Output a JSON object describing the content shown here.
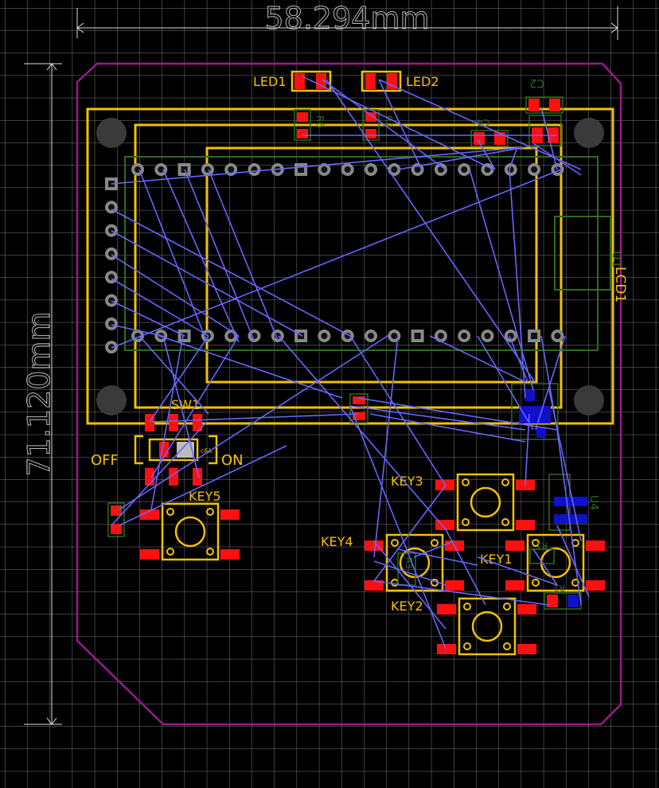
{
  "dimensions": {
    "width_label": "58.294mm",
    "height_label": "71.120mm"
  },
  "designators": {
    "led1": "LED1",
    "led2": "LED2",
    "sw1": "SW1",
    "off": "OFF",
    "on": "ON",
    "key1": "KEY1",
    "key2": "KEY2",
    "key3": "KEY3",
    "key4": "KEY4",
    "key5": "KEY5",
    "lcd1": "LCD1",
    "u1": "U1",
    "u4": "U4",
    "c2": "C2",
    "c4": "C4",
    "c5": "C5",
    "r6": "R6",
    "r7": "R7",
    "r1": "R1",
    "r2": "R2",
    "r3": "R3",
    "r4": "R4",
    "ck": "c&k"
  },
  "colors": {
    "background": "#000000",
    "grid": "#7a7a7a",
    "outline": "#9a1a8c",
    "silk": "#f2c200",
    "pad_top": "#ff1010",
    "pad_bottom": "#1010c8",
    "ratsnest": "#6666ff",
    "fab": "#2f6b1c",
    "dim": "#dddddd",
    "mount": "#3a3a3a"
  }
}
